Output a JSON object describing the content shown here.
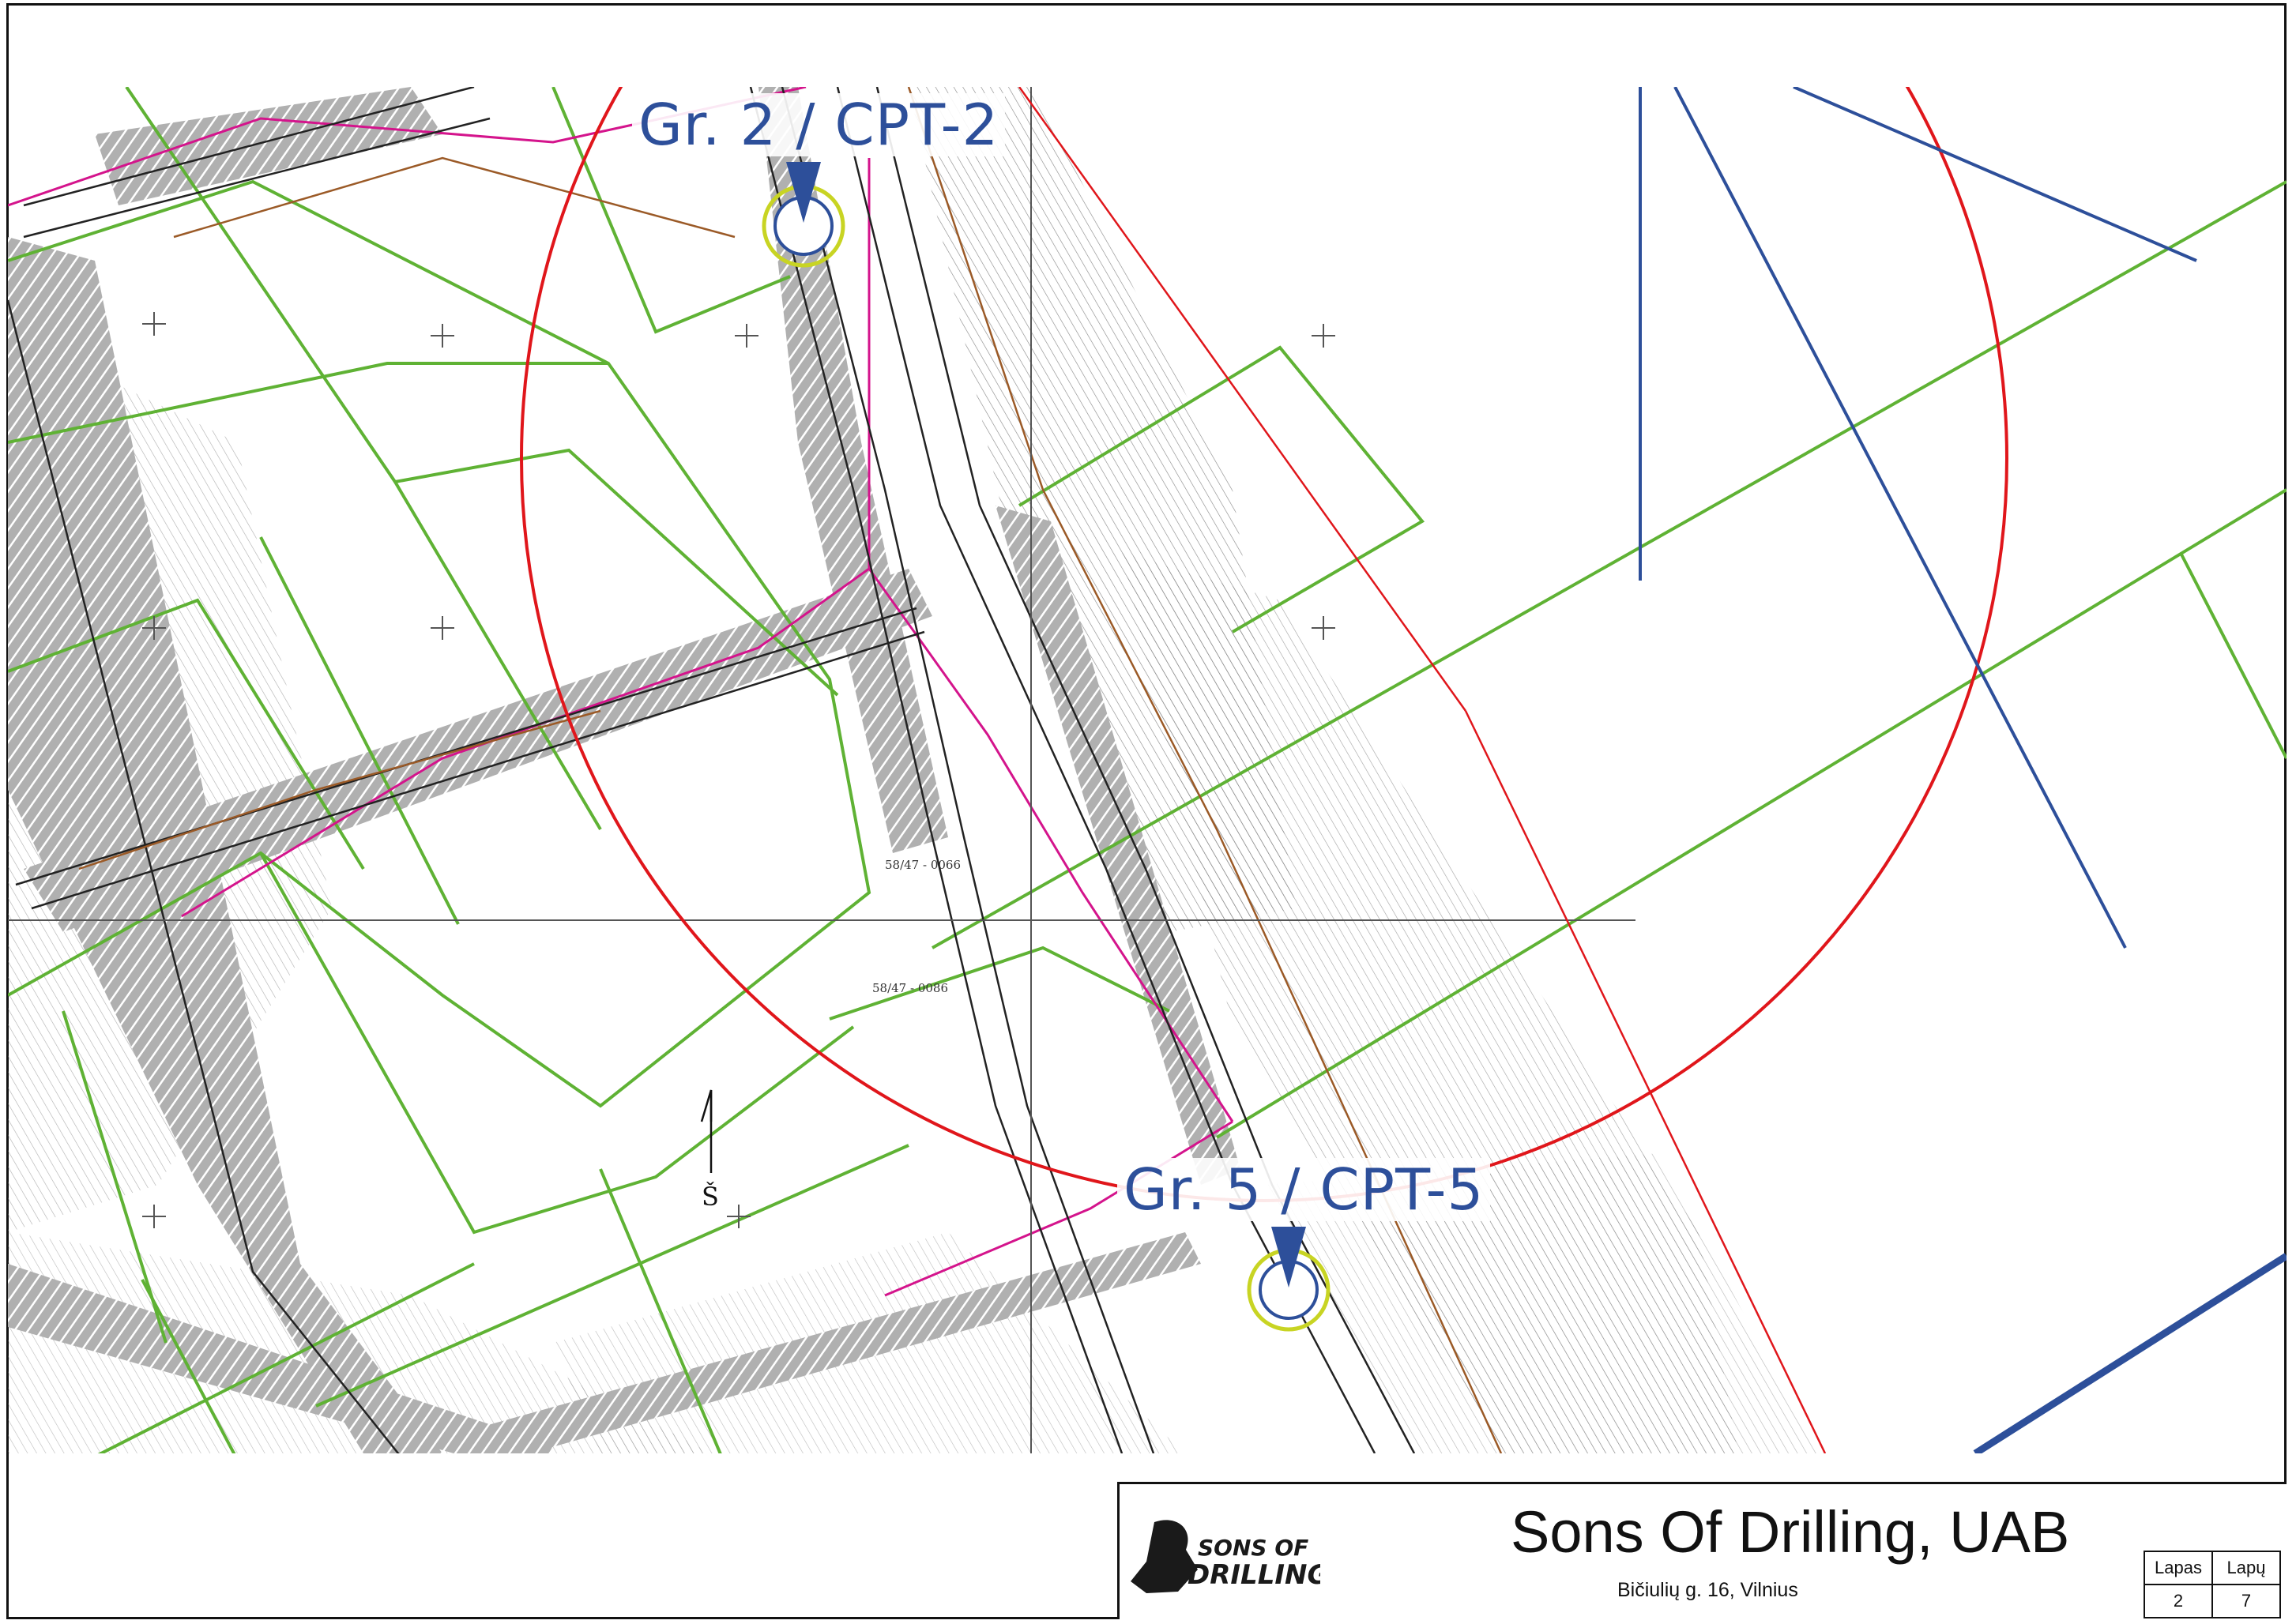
{
  "markers": [
    {
      "label": "Gr. 2 / CPT-2"
    },
    {
      "label": "Gr. 5 / CPT-5"
    }
  ],
  "north_arrow": {
    "letter": "Š"
  },
  "parcel_labels": [
    "58/47 - 0066",
    "58/47 - 0086"
  ],
  "title_block": {
    "company": "Sons Of Drilling, UAB",
    "address": "Bičiulių g. 16, Vilnius",
    "logo_line1": "SONS OF",
    "logo_line2": "DRILLING",
    "sheet_header": "Lapas",
    "sheets_header": "Lapų",
    "sheet_number": "2",
    "sheets_total": "7"
  },
  "colors": {
    "parcel_lines": "#5fb234",
    "marker_blue": "#2d4f9a",
    "boundary_red": "#e0161b",
    "marker_ring": "#c8d423",
    "hatching": "#7a7a7a"
  }
}
